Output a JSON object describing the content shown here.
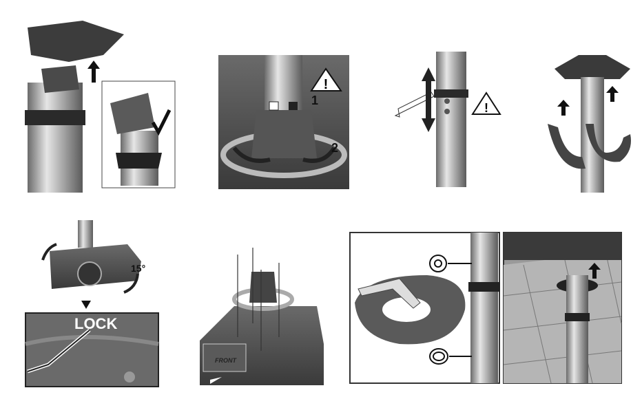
{
  "steps": {
    "rotate_step_1": "1",
    "rotate_step_2": "2",
    "tilt_angle": "15°",
    "lock_label": "LOCK",
    "front_label": "FRONT"
  },
  "colors": {
    "dark_gray": "#4a4a4a",
    "mid_gray": "#8a8a8a",
    "light_gray": "#d0d0d0",
    "ink": "#1a1a1a"
  }
}
